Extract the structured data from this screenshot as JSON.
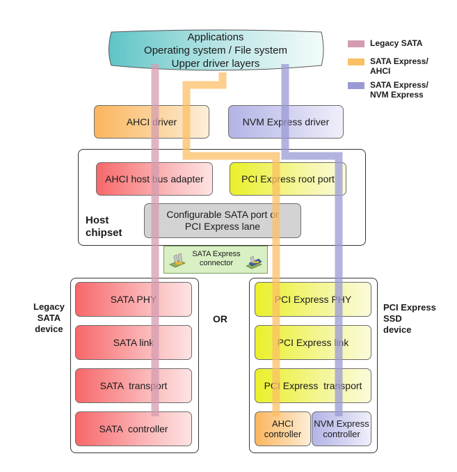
{
  "top": {
    "line1": "Applications",
    "line2": "Operating system / File system",
    "line3": "Upper driver layers"
  },
  "legend": [
    {
      "label_lines": [
        "Legacy SATA"
      ],
      "color": "#d49cb0"
    },
    {
      "label_lines": [
        "SATA Express/",
        "AHCI"
      ],
      "color": "#fbbf66"
    },
    {
      "label_lines": [
        "SATA Express/",
        "NVM Express"
      ],
      "color": "#9a9ad4"
    }
  ],
  "drivers": {
    "ahci": "AHCI driver",
    "nvm": "NVM Express driver"
  },
  "host": {
    "label_lines": [
      "Host",
      "chipset"
    ],
    "ahci_hba": "AHCI host bus adapter",
    "pcie_root": "PCI Express root port",
    "configurable_lines": [
      "Configurable SATA port or",
      "PCI Express lane"
    ]
  },
  "connector": {
    "label_lines": [
      "SATA Express",
      "connector"
    ]
  },
  "or_label": "OR",
  "legacy": {
    "label_lines": [
      "Legacy",
      "SATA",
      "device"
    ],
    "layers": [
      "SATA PHY",
      "SATA link",
      "SATA  transport",
      "SATA  controller"
    ]
  },
  "pcie": {
    "label_lines": [
      "PCI Express",
      "SSD",
      "device"
    ],
    "layers": [
      "PCI Express PHY",
      "PCI Express link",
      "PCI Express  transport"
    ],
    "ahci_controller_lines": [
      "AHCI",
      "controller"
    ],
    "nvm_controller_lines": [
      "NVM Express",
      "controller"
    ]
  },
  "colors": {
    "legacy_path": "#d49cb0",
    "ahci_path": "#fbbf66",
    "nvm_path": "#9a9ad4"
  }
}
